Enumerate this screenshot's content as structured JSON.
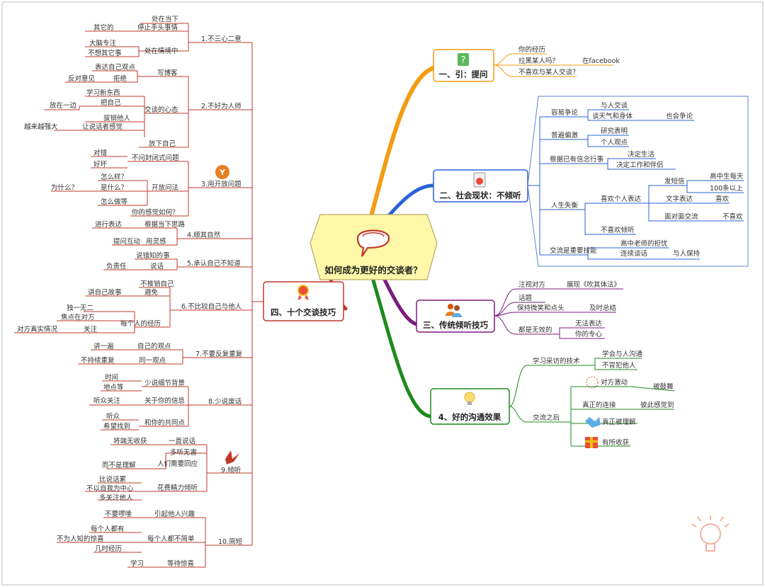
{
  "center": {
    "title": "如何成为更好的交谈者？"
  },
  "main": [
    {
      "key": "m1",
      "label": "一、引：提问",
      "color": "#f39c12"
    },
    {
      "key": "m2",
      "label": "二、社会现状：不倾听",
      "color": "#2b62d6"
    },
    {
      "key": "m3",
      "label": "三、传统倾听技巧",
      "color": "#7a1b7e"
    },
    {
      "key": "m4",
      "label": "4、好的沟通效果",
      "color": "#1e8a1e"
    },
    {
      "key": "m5",
      "label": "四、十个交谈技巧",
      "color": "#c0392b"
    }
  ],
  "nodes": {
    "a1": "你的经历",
    "a2": "拉黑某人吗？",
    "a3": "在facebook",
    "a4": "不喜欢与某人交谈？",
    "b1": "容易争论",
    "b2": "与人交谈",
    "b3": "谈天气和身体",
    "b4": "也会争论",
    "b5": "普遍偏激",
    "b6": "研究表明",
    "b7": "个人观点",
    "b8": "根据已有信念行事",
    "b9": "决定生活",
    "b10": "决定工作和伴侣",
    "b11": "人生失衡",
    "b12": "喜欢个人表达",
    "b13": "发短信",
    "b14": "高中生每天",
    "b15": "100条以上",
    "b16": "文字表达",
    "b17": "喜欢",
    "b18": "面对面交流",
    "b19": "不喜欢",
    "b20": "不喜欢倾听",
    "b21": "交流是重要技能",
    "b22": "高中老师的担忧",
    "b23": "连续谈话",
    "b24": "与人保持",
    "c1": "注视对方",
    "c2": "展现《吹其体法》",
    "c3": "话题",
    "c4": "保持微笑和点头",
    "c5": "及时总结",
    "c6": "都是无效的",
    "c7": "无法表达",
    "c8": "你的专心",
    "d1": "学习采访的技术",
    "d2": "学会与人沟通",
    "d3": "不冒犯他人",
    "d4": "交流之后",
    "d5": "对方激动",
    "d6": "被鼓舞",
    "d7": "真正的连接",
    "d8": "彼此感觉到",
    "d9": "真正被理解",
    "d10": "有所收获",
    "e1": "1.不三心二意",
    "e1a": "处在当下",
    "e1b": "停止手头事情",
    "e1c": "其它的",
    "e1d": "处在情境中",
    "e1e": "大脑专注",
    "e1f": "不想其它事",
    "e2": "2.不好为人师",
    "e2a": "写博客",
    "e2b": "表达自己观点",
    "e2c": "拒绝",
    "e2d": "反对意见",
    "e2e": "交谈的心态",
    "e2f": "学习新东西",
    "e2g": "把自己",
    "e2h": "放在一边",
    "e2i": "拔销他人",
    "e2j": "让说话者感觉",
    "e2k": "越来越强大",
    "e2l": "放下自己",
    "e3": "3.用开放问题",
    "e3a": "不问封闭式问题",
    "e3b": "对错",
    "e3c": "好坏",
    "e3d": "开放问法",
    "e3e": "怎么样？",
    "e3f": "是什么？",
    "e3g": "为什么？",
    "e3h": "怎么做等",
    "e3i": "你的感觉如何？",
    "e4": "4.顺其自然",
    "e4a": "根据当下思路",
    "e4b": "进行表达",
    "e4c": "用灵感",
    "e4d": "提问互动",
    "e5": "5.承认自己不知道",
    "e5a": "说错知的事",
    "e5b": "说话",
    "e5c": "负责任",
    "e6": "6.不比较自己与他人",
    "e6a": "不推销自己",
    "e6b": "避免",
    "e6c": "讲自己故事",
    "e6d": "每个人的经历",
    "e6e": "独一无二",
    "e6f": "焦点在对方",
    "e6g": "关注",
    "e6h": "对方真实情况",
    "e7": "7.不要反复重复",
    "e7a": "自己的观点",
    "e7b": "讲一遍",
    "e7c": "同一观点",
    "e7d": "不持续重复",
    "e8": "8.少说废话",
    "e8a": "少说细节背景",
    "e8b": "时间",
    "e8c": "地点等",
    "e8d": "关于你的信息",
    "e8e": "听众关注",
    "e8f": "和你的共同点",
    "e8g": "听众",
    "e8h": "希望找到",
    "e9": "9.倾听",
    "e9a": "一直说话",
    "e9b": "将端无收获",
    "e9c": "多听无害",
    "e9d": "人们需要回应",
    "e9e": "而不是理解",
    "e9f": "花费精力倾听",
    "e9g": "比说话累",
    "e9h": "不以自我为中心",
    "e9i": "多关注他人",
    "e10": "10.简短",
    "e10a": "引起他人兴趣",
    "e10b": "不要啰嗦",
    "e10c": "每个人都不简单",
    "e10d": "每个人都有",
    "e10e": "不为人知的惊喜",
    "e10f": "几时经历",
    "e10g": "等待惊喜",
    "e10h": "学习"
  },
  "icons": {
    "m1": "question-mark-icon",
    "m2": "stop-sign-icon",
    "m3": "people-icon",
    "m4": "light-bulb-icon",
    "m5": "award-ribbon-icon",
    "center": "speech-bubble-icon",
    "e3": "y-badge-icon",
    "e9": "bird-icon",
    "d5": "celebration-icon",
    "d9": "handshake-icon",
    "d10": "gift-icon",
    "corner": "brain-bulb-icon"
  }
}
